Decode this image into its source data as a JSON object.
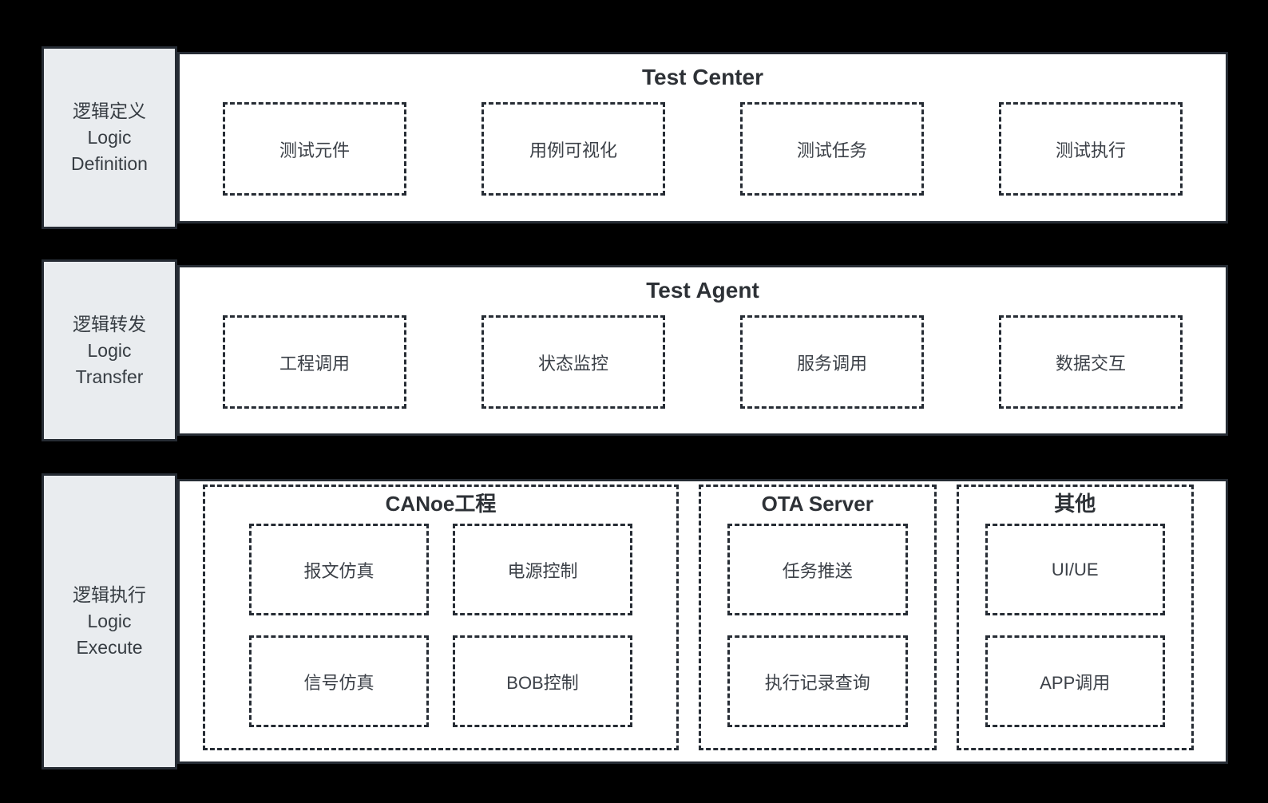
{
  "colors": {
    "page_bg": "#000000",
    "panel_bg": "#ffffff",
    "label_bg": "#e9ecef",
    "border": "#262c34",
    "title_text": "#2d3136",
    "box_text": "#3c4148"
  },
  "bands": [
    {
      "id": "logic-definition",
      "label_lines": [
        "逻辑定义",
        "Logic",
        "Definition"
      ],
      "title": "Test Center",
      "boxes": [
        "测试元件",
        "用例可视化",
        "测试任务",
        "测试执行"
      ]
    },
    {
      "id": "logic-transfer",
      "label_lines": [
        "逻辑转发",
        "Logic",
        "Transfer"
      ],
      "title": "Test Agent",
      "boxes": [
        "工程调用",
        "状态监控",
        "服务调用",
        "数据交互"
      ]
    },
    {
      "id": "logic-execute",
      "label_lines": [
        "逻辑执行",
        "Logic",
        "Execute"
      ],
      "groups": [
        {
          "title": "CANoe工程",
          "boxes": [
            "报文仿真",
            "电源控制",
            "信号仿真",
            "BOB控制"
          ]
        },
        {
          "title": "OTA Server",
          "boxes": [
            "任务推送",
            "执行记录查询"
          ]
        },
        {
          "title": "其他",
          "boxes": [
            "UI/UE",
            "APP调用"
          ]
        }
      ]
    }
  ]
}
